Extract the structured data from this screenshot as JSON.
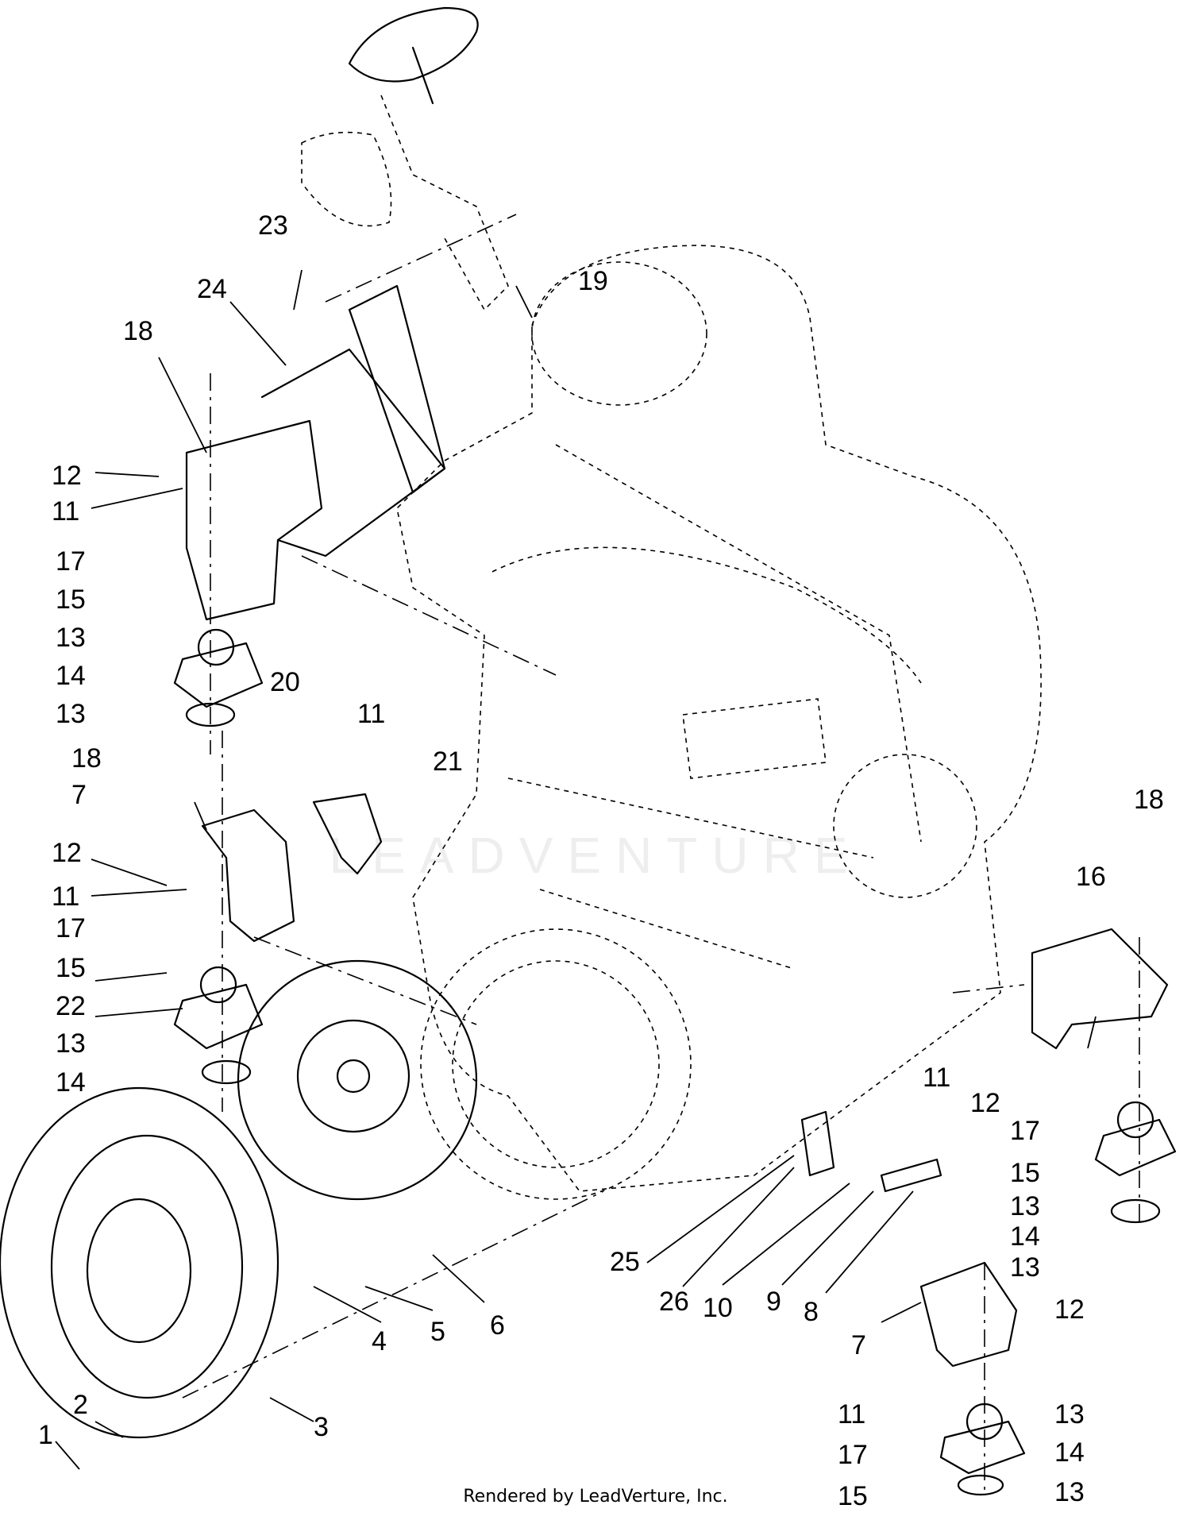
{
  "callouts": [
    {
      "id": "1",
      "label": "1"
    },
    {
      "id": "2",
      "label": "2"
    },
    {
      "id": "3",
      "label": "3"
    },
    {
      "id": "4",
      "label": "4"
    },
    {
      "id": "5",
      "label": "5"
    },
    {
      "id": "6",
      "label": "6"
    },
    {
      "id": "7a",
      "label": "7"
    },
    {
      "id": "7b",
      "label": "7"
    },
    {
      "id": "8",
      "label": "8"
    },
    {
      "id": "9",
      "label": "9"
    },
    {
      "id": "10",
      "label": "10"
    },
    {
      "id": "11a",
      "label": "11"
    },
    {
      "id": "11b",
      "label": "11"
    },
    {
      "id": "11c",
      "label": "11"
    },
    {
      "id": "11d",
      "label": "11"
    },
    {
      "id": "11e",
      "label": "11"
    },
    {
      "id": "12a",
      "label": "12"
    },
    {
      "id": "12b",
      "label": "12"
    },
    {
      "id": "12c",
      "label": "12"
    },
    {
      "id": "12d",
      "label": "12"
    },
    {
      "id": "13a",
      "label": "13"
    },
    {
      "id": "13b",
      "label": "13"
    },
    {
      "id": "13c",
      "label": "13"
    },
    {
      "id": "13d",
      "label": "13"
    },
    {
      "id": "13e",
      "label": "13"
    },
    {
      "id": "13f",
      "label": "13"
    },
    {
      "id": "13g",
      "label": "13"
    },
    {
      "id": "14a",
      "label": "14"
    },
    {
      "id": "14b",
      "label": "14"
    },
    {
      "id": "14c",
      "label": "14"
    },
    {
      "id": "14d",
      "label": "14"
    },
    {
      "id": "15a",
      "label": "15"
    },
    {
      "id": "15b",
      "label": "15"
    },
    {
      "id": "15c",
      "label": "15"
    },
    {
      "id": "15d",
      "label": "15"
    },
    {
      "id": "16",
      "label": "16"
    },
    {
      "id": "17a",
      "label": "17"
    },
    {
      "id": "17b",
      "label": "17"
    },
    {
      "id": "17c",
      "label": "17"
    },
    {
      "id": "17d",
      "label": "17"
    },
    {
      "id": "18a",
      "label": "18"
    },
    {
      "id": "18b",
      "label": "18"
    },
    {
      "id": "18c",
      "label": "18"
    },
    {
      "id": "19",
      "label": "19"
    },
    {
      "id": "20",
      "label": "20"
    },
    {
      "id": "21",
      "label": "21"
    },
    {
      "id": "22",
      "label": "22"
    },
    {
      "id": "23",
      "label": "23"
    },
    {
      "id": "24",
      "label": "24"
    },
    {
      "id": "25",
      "label": "25"
    },
    {
      "id": "26",
      "label": "26"
    }
  ],
  "footer": {
    "credit": "Rendered by LeadVerture, Inc."
  },
  "watermark": {
    "text": "LEADVENTURE"
  }
}
